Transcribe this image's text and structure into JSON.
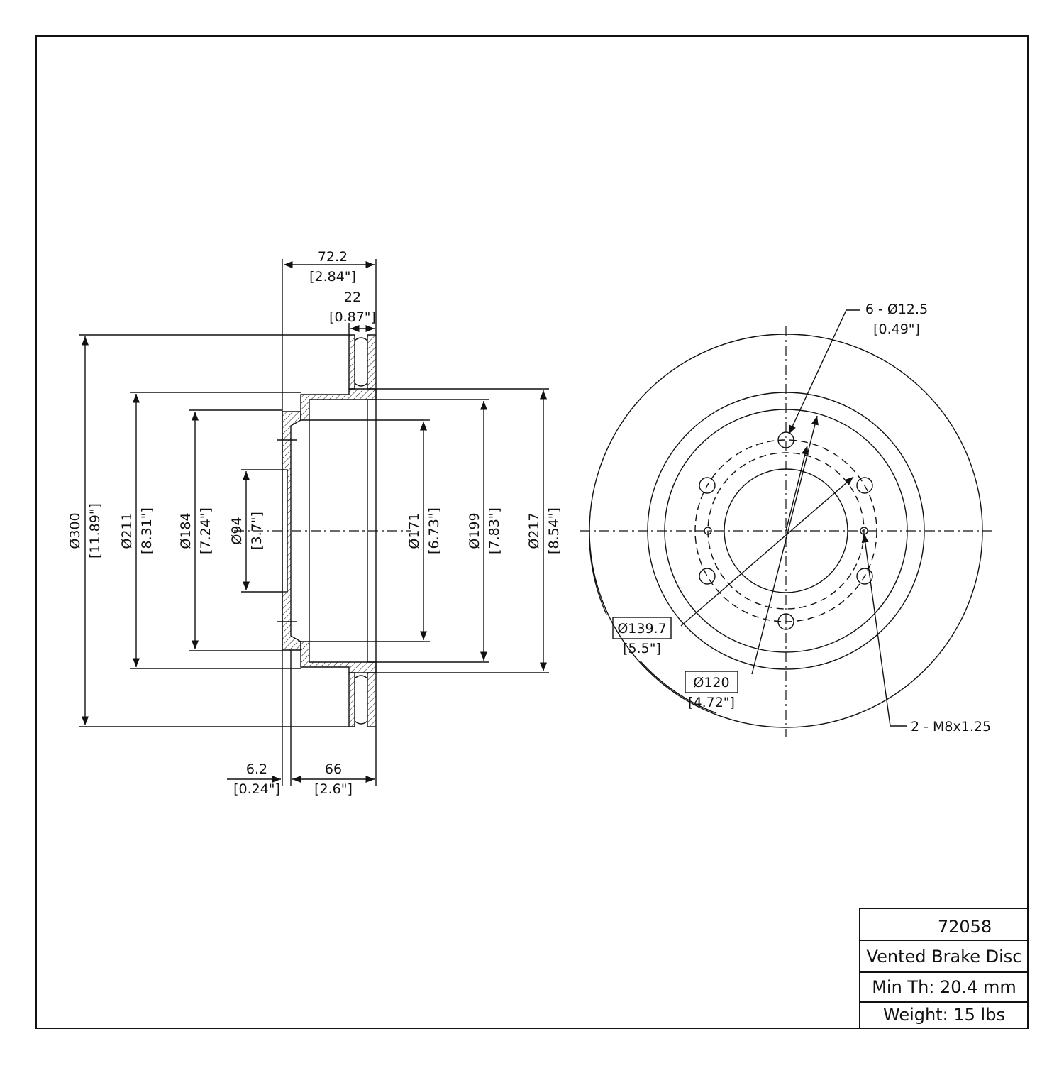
{
  "part_number": "72058",
  "description": "Vented Brake Disc",
  "min_thickness": "Min Th: 20.4 mm",
  "weight": "Weight: 15 lbs",
  "side_view": {
    "overall_height": {
      "mm": "72.2",
      "in": "[2.84\"]"
    },
    "disc_thickness": {
      "mm": "22",
      "in": "[0.87\"]"
    },
    "hat_offset": {
      "mm": "6.2",
      "in": "[0.24\"]"
    },
    "hat_depth": {
      "mm": "66",
      "in": "[2.6\"]"
    },
    "d_outer": {
      "mm": "Ø300",
      "in": "[11.89\"]"
    },
    "d_hat_outer": {
      "mm": "Ø211",
      "in": "[8.31\"]"
    },
    "d_hat_inner": {
      "mm": "Ø184",
      "in": "[7.24\"]"
    },
    "d_center_bore": {
      "mm": "Ø94",
      "in": "[3.7\"]"
    },
    "d_inner_1": {
      "mm": "Ø171",
      "in": "[6.73\"]"
    },
    "d_inner_2": {
      "mm": "Ø199",
      "in": "[7.83\"]"
    },
    "d_inner_3": {
      "mm": "Ø217",
      "in": "[8.54\"]"
    }
  },
  "front_view": {
    "lug_holes": {
      "label": "6 - Ø12.5",
      "in": "[0.49\"]"
    },
    "bolt_circle": {
      "mm": "Ø139.7",
      "in": "[5.5\"]"
    },
    "thread_circle": {
      "mm": "Ø120",
      "in": "[4.72\"]"
    },
    "threaded_holes": {
      "label": "2 - M8x1.25"
    }
  }
}
